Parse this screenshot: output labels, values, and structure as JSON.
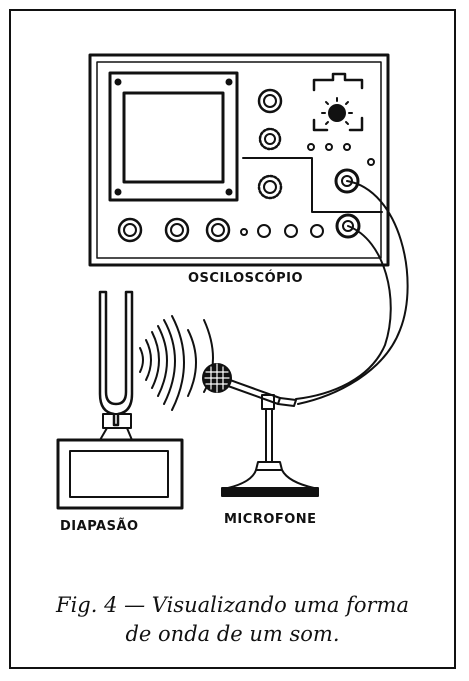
{
  "labels": {
    "oscilloscope": "OSCILOSCÓPIO",
    "tuning_fork": "DIAPASÃO",
    "microphone": "MICROFONE"
  },
  "caption": {
    "line1": "Fig. 4 — Visualizando uma forma",
    "line2": "de onda de um som."
  },
  "colors": {
    "ink": "#111111",
    "paper": "#ffffff"
  }
}
